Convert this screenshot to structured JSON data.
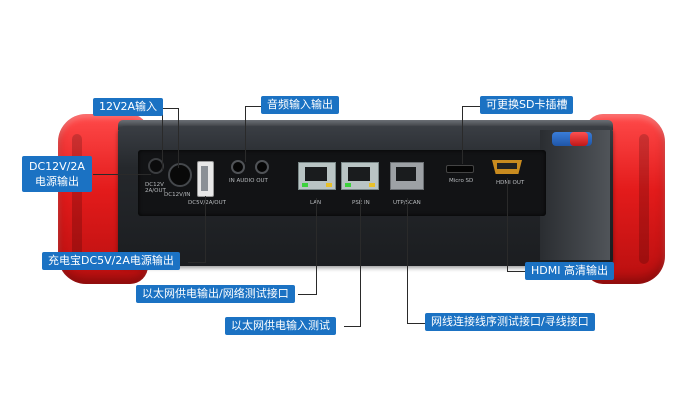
{
  "labels": {
    "dc12v_in": "12V2A输入",
    "dc12v_out_line1": "DC12V/2A",
    "dc12v_out_line2": "电源输出",
    "audio_in_out": "音频输入输出",
    "sd_slot": "可更换SD卡插槽",
    "powerbank_out": "充电宝DC5V/2A电源输出",
    "poe_out": "以太网供电输出/网络测试接口",
    "poe_in": "以太网供电输入测试",
    "utp_scan": "网线连接线序测试接口/寻线接口",
    "hdmi_out": "HDMI 高清输出"
  },
  "port_labels": {
    "dc_out_1": "DC12V",
    "dc_out_2": "2A/OUT",
    "dc_in": "DC12V/IN",
    "usb_out": "DC5V/2A/OUT",
    "audio": "IN AUDIO OUT",
    "lan": "LAN",
    "pse_in": "PSE IN",
    "utp": "UTP/SCAN",
    "micro_sd": "Micro SD",
    "hdmi": "HDMI OUT"
  },
  "colors": {
    "callout_bg": "#1b72c3",
    "bumper_red": "#e31b1b",
    "device_body": "#1b1d20"
  }
}
